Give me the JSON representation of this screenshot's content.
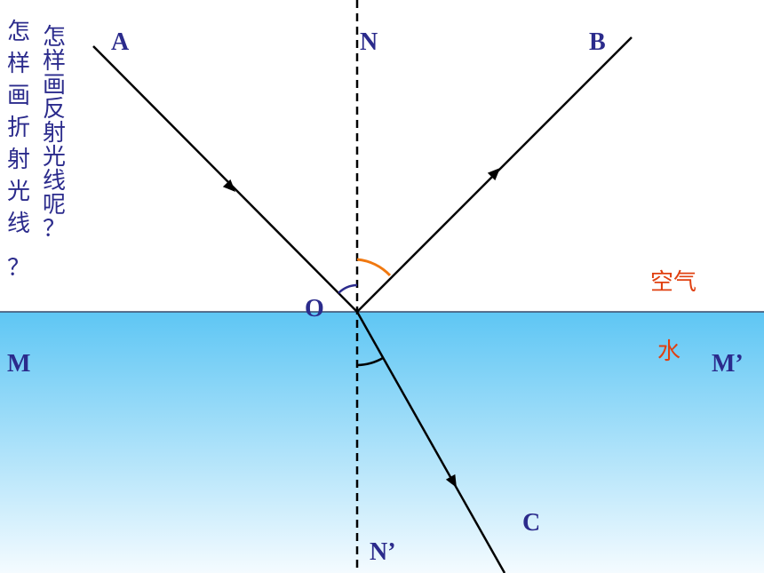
{
  "labels": {
    "A": "A",
    "B": "B",
    "N": "N",
    "N_prime": "N’",
    "O": "O",
    "M": "M",
    "M_prime": "M’",
    "C": "C"
  },
  "media": {
    "air": "空气",
    "water": "水"
  },
  "questions": {
    "refraction": [
      "怎",
      "样",
      "画",
      "折",
      "射",
      "光",
      "线",
      "？"
    ],
    "reflection": [
      "怎",
      "样",
      "画",
      "反",
      "射",
      "光",
      "线",
      "呢",
      "？"
    ]
  },
  "colors": {
    "label_blue": "#2b2b8c",
    "medium_orange": "#e04010",
    "reflection_angle_arc": "#f07810",
    "incidence_angle_arc": "#2b2b8c",
    "water_top": "#5ec6f4",
    "water_bottom": "#f4fbff"
  }
}
